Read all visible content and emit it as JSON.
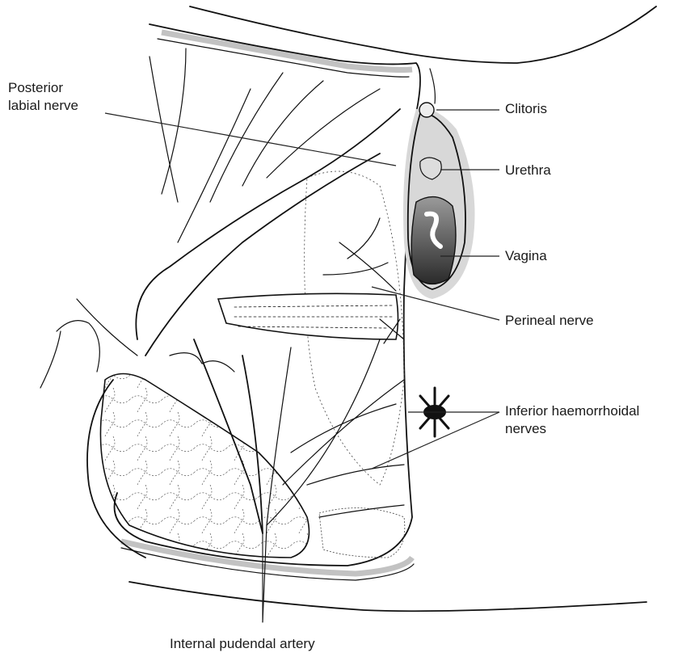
{
  "labels": {
    "posterior_labial_nerve_1": "Posterior",
    "posterior_labial_nerve_2": "labial nerve",
    "clitoris": "Clitoris",
    "urethra": "Urethra",
    "vagina": "Vagina",
    "perineal_nerve": "Perineal nerve",
    "inferior_haemorrhoidal_nerves_1": "Inferior haemorrhoidal",
    "inferior_haemorrhoidal_nerves_2": "nerves",
    "internal_pudendal_artery": "Internal pudendal artery"
  }
}
